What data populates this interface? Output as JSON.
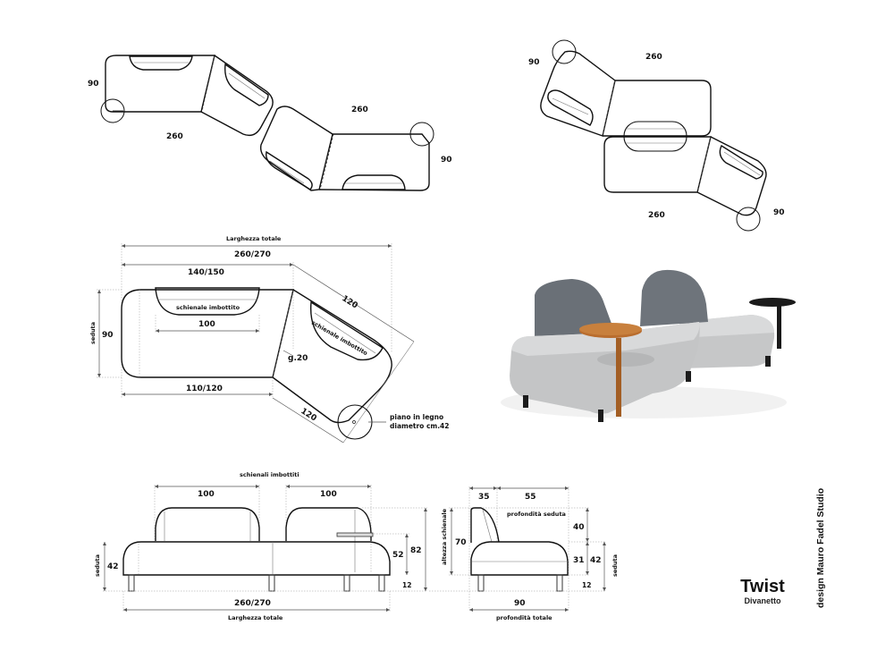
{
  "product": {
    "name": "Twist",
    "category": "Divanetto",
    "designer": "design Mauro Fadel Studio"
  },
  "config_top_left": {
    "depth_left": "90",
    "length_left": "260",
    "length_right": "260",
    "depth_right": "90"
  },
  "config_top_right": {
    "depth_left": "90",
    "length_top": "260",
    "length_bottom": "260",
    "depth_right": "90"
  },
  "plan_view": {
    "total_width_label": "Larghezza totale",
    "total_width": "260/270",
    "segment_width": "140/150",
    "backrest_label": "schienale imbottito",
    "backrest_width": "100",
    "seat_label": "seduta",
    "seat_depth": "90",
    "bottom_width": "110/120",
    "angle": "g.20",
    "angled_top": "120",
    "angled_bottom": "120",
    "angled_backrest_label": "schienale imbottito",
    "table_note_line1": "piano in legno",
    "table_note_line2": "diametro cm.42"
  },
  "front_view": {
    "backrests_label": "schienali imbottiti",
    "backrest_left_width": "100",
    "backrest_right_width": "100",
    "seat_label": "seduta",
    "seat_height": "42",
    "table_height": "52",
    "total_height": "82",
    "leg_height": "12",
    "total_width": "260/270",
    "total_width_label": "Larghezza totale"
  },
  "side_view": {
    "backrest_depth": "35",
    "seat_depth": "55",
    "seat_depth_label": "profondità seduta",
    "backrest_height_label": "altezza schienale",
    "backrest_height": "70",
    "backrest_above_seat": "40",
    "cushion_height": "31",
    "seat_height": "42",
    "leg_height": "12",
    "seat_label": "seduta",
    "total_depth": "90",
    "total_depth_label": "profondità totale"
  },
  "render": {
    "description": "3D render of Twist sofa with two grey upholstered backrests, light grey seat modules, wooden side table and black side table",
    "colors": {
      "backrest": "#6b7178",
      "seat": "#c9cacb",
      "wood_table": "#b0672a",
      "black_table": "#1a1a1a",
      "legs": "#1c1c1c"
    }
  }
}
